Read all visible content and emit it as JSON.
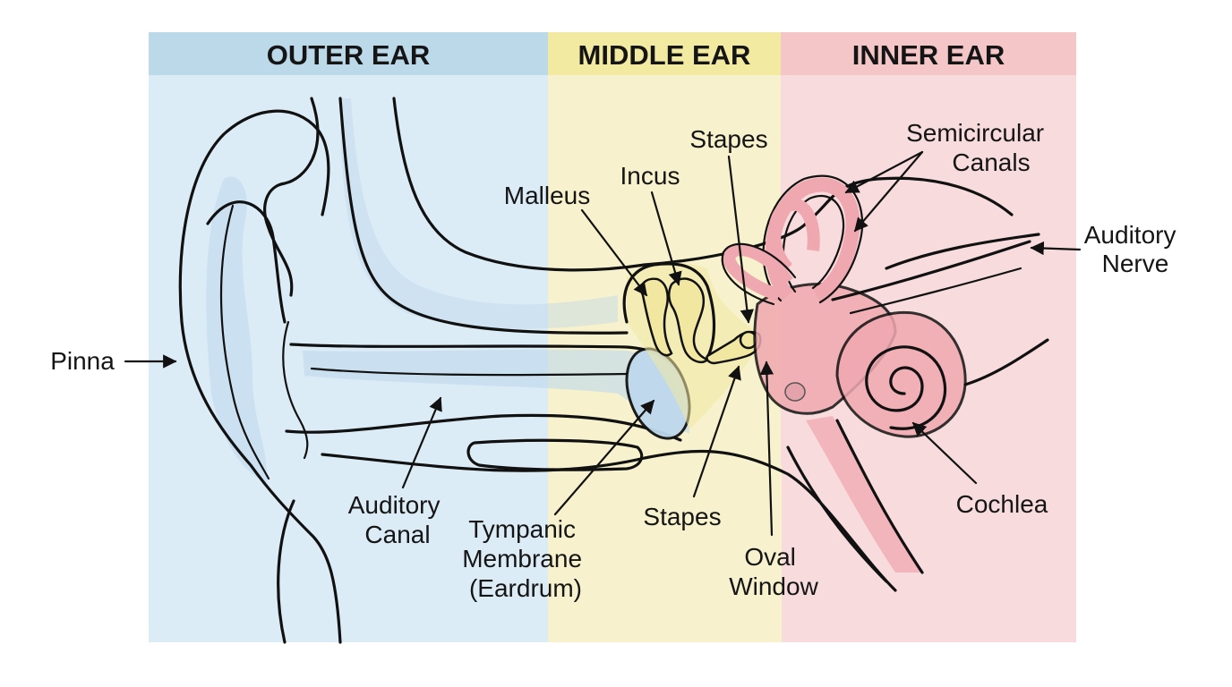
{
  "regions": {
    "outer": {
      "label": "OUTER EAR",
      "header_color": "#bcd9ea",
      "fill_color": "#dcecf6"
    },
    "middle": {
      "label": "MIDDLE EAR",
      "header_color": "#f3eaa2",
      "fill_color": "#f7f2cd"
    },
    "inner": {
      "label": "INNER EAR",
      "header_color": "#f4c6c8",
      "fill_color": "#f8dcdd"
    }
  },
  "tissue_colors": {
    "canal_blue": "#bed8ec",
    "ossicle_yellow": "#f1e7a0",
    "labyrinth_pink": "#f0a8b0"
  },
  "labels": {
    "pinna": "Pinna",
    "auditory_canal": [
      "Auditory",
      "Canal"
    ],
    "tympanic_membrane": [
      "Tympanic",
      "Membrane",
      "(Eardrum)"
    ],
    "malleus": "Malleus",
    "incus": "Incus",
    "stapes_top": "Stapes",
    "stapes_bottom": "Stapes",
    "oval_window": [
      "Oval",
      "Window"
    ],
    "semicircular_canals": [
      "Semicircular",
      "Canals"
    ],
    "auditory_nerve": [
      "Auditory",
      "Nerve"
    ],
    "cochlea": "Cochlea"
  }
}
